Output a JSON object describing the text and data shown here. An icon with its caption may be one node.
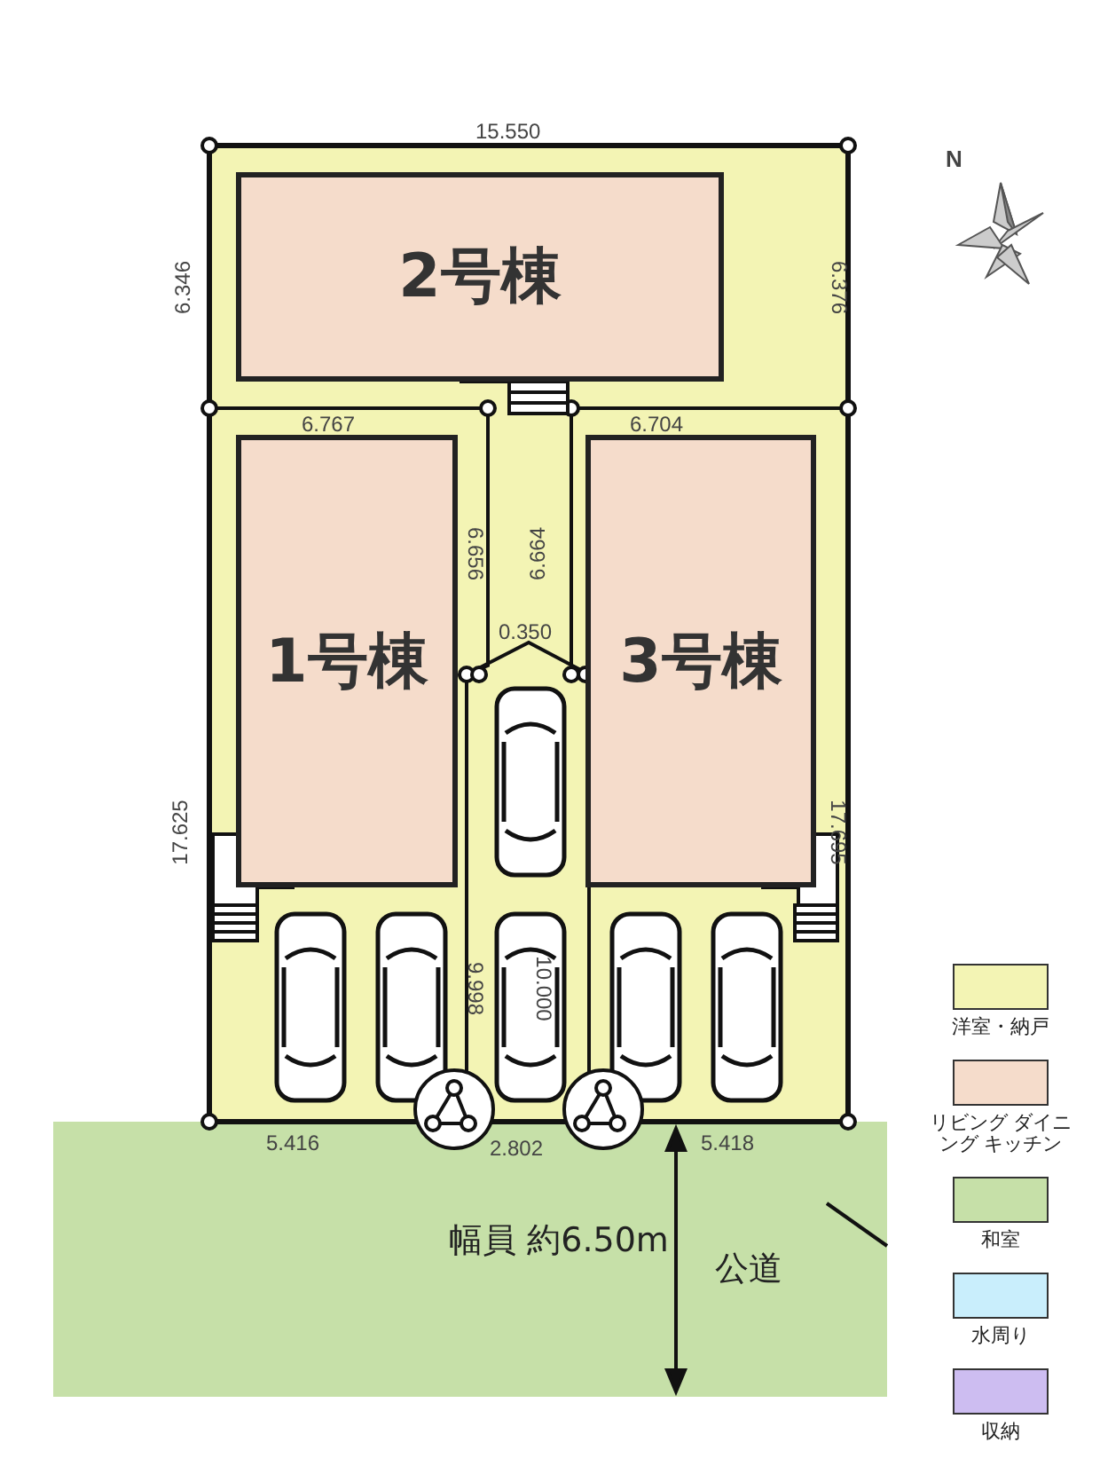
{
  "diagram": {
    "nodes": [
      {
        "text": [
          "2号棟"
        ]
      },
      {
        "text": [
          "1号棟"
        ]
      },
      {
        "text": [
          "3号棟"
        ]
      },
      {
        "text": [
          "幅員 約6.50m",
          "公道"
        ]
      }
    ],
    "labels": [
      "N",
      "15.550",
      "6.346",
      "6.376",
      "6.767",
      "6.704",
      "6.656",
      "6.664",
      "0.350",
      "17.625",
      "17.695",
      "9.998",
      "10.000",
      "5.416",
      "2.802",
      "5.418"
    ],
    "legend": [
      {
        "text": "洋室・納戸",
        "color": "#f3f4b4"
      },
      {
        "text": "リビング ダイニング キッチン",
        "color": "#f5dccb"
      },
      {
        "text": "和室",
        "color": "#c6e0a8"
      },
      {
        "text": "水周り",
        "color": "#c9eefc"
      },
      {
        "text": "収納",
        "color": "#cdbdf1"
      }
    ]
  }
}
